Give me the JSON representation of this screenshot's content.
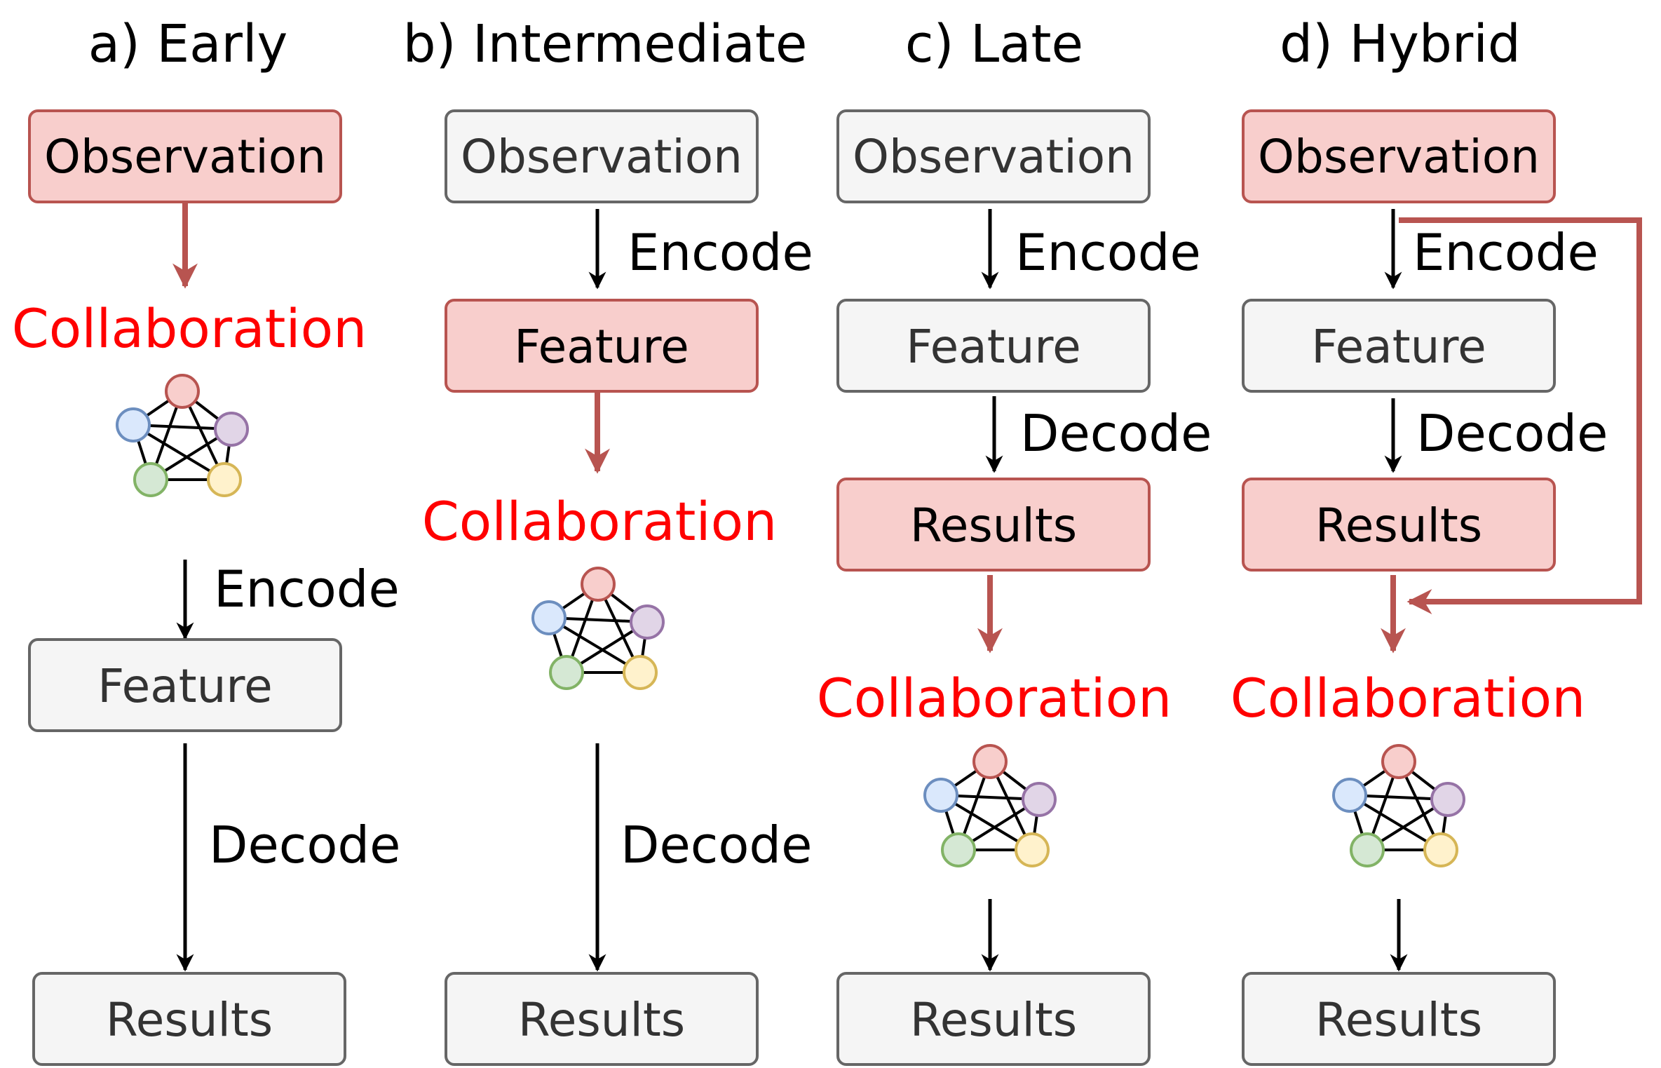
{
  "colors": {
    "highlight_fill": "#f8cecc",
    "highlight_stroke": "#b85450",
    "plain_fill": "#f5f5f5",
    "plain_stroke": "#666666",
    "collab_text": "#ff0000",
    "arrow_black": "#000000",
    "arrow_red": "#b85450",
    "node_red": [
      "#f8cecc",
      "#b85450"
    ],
    "node_blue": [
      "#dae8fc",
      "#6c8ebf"
    ],
    "node_purple": [
      "#e1d5e7",
      "#9673a6"
    ],
    "node_green": [
      "#d5e8d4",
      "#82b366"
    ],
    "node_yellow": [
      "#fff2cc",
      "#d6b656"
    ]
  },
  "panels": [
    {
      "title": "a) Early",
      "observation": "Observation",
      "collaboration": "Collaboration",
      "encode": "Encode",
      "feature": "Feature",
      "decode": "Decode",
      "results": "Results"
    },
    {
      "title": "b) Intermediate",
      "observation": "Observation",
      "encode": "Encode",
      "feature": "Feature",
      "collaboration": "Collaboration",
      "decode": "Decode",
      "results": "Results"
    },
    {
      "title": "c) Late",
      "observation": "Observation",
      "encode": "Encode",
      "feature": "Feature",
      "decode": "Decode",
      "results_box": "Results",
      "collaboration": "Collaboration",
      "results": "Results"
    },
    {
      "title": "d) Hybrid",
      "observation": "Observation",
      "encode": "Encode",
      "feature": "Feature",
      "decode": "Decode",
      "results_box": "Results",
      "collaboration": "Collaboration",
      "results": "Results"
    }
  ]
}
